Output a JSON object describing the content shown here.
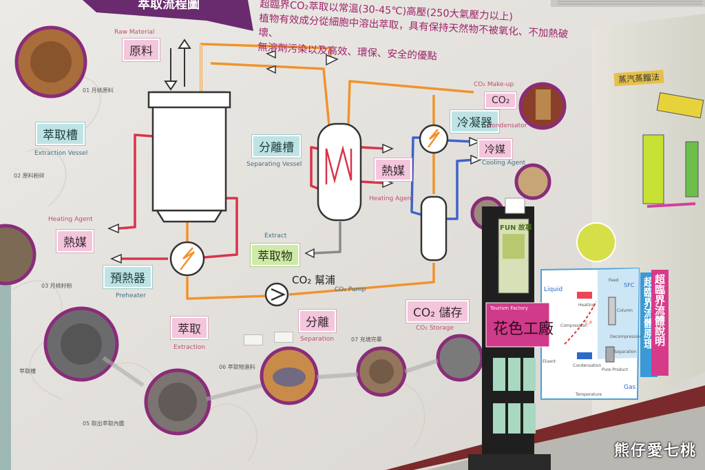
{
  "header": {
    "title_fragment": "萃取流程圖",
    "headline_lines": [
      "超臨界CO₂萃取以常溫(30-45℃)高壓(250大氣壓力以上)",
      "植物有效成分從細胞中溶出萃取，具有保持天然物不被氧化、不加熱破壞、",
      "無溶劑污染以及高效、環保、安全的優點"
    ]
  },
  "process_labels": {
    "raw_material": {
      "zh": "原料",
      "en": "Raw Material"
    },
    "extraction_vessel": {
      "zh": "萃取槽",
      "en": "Extraction Vessel"
    },
    "heating_agent_left": {
      "zh": "熱媒",
      "en": "Heating Agent"
    },
    "preheater": {
      "zh": "預熱器",
      "en": "Preheater"
    },
    "separating_vessel": {
      "zh": "分離槽",
      "en": "Separating Vessel"
    },
    "heating_agent_mid": {
      "zh": "熱媒",
      "en": "Heating Agent"
    },
    "extract": {
      "zh": "萃取物",
      "en": "Extract"
    },
    "co2_pump": {
      "zh": "CO₂ 幫浦",
      "en": "CO₂ Pump"
    },
    "condenser": {
      "zh": "冷凝器",
      "en": "Condensator"
    },
    "co2_makeup": {
      "zh": "CO₂",
      "en": "CO₂ Make-up"
    },
    "cooling_agent": {
      "zh": "冷媒",
      "en": "Cooling Agent"
    },
    "co2_storage": {
      "zh": "CO₂ 儲存",
      "en": "CO₂ Storage"
    },
    "extraction_step": {
      "zh": "萃取",
      "en": "Extraction"
    },
    "separation_step": {
      "zh": "分離",
      "en": "Separation"
    }
  },
  "photo_captions": {
    "p01": "01 月桃原料",
    "p02": "02 原料粉碎",
    "p03": "03 月桃籽粉",
    "p04": "萃取槽",
    "p05": "05 取出萃取內膽",
    "p06": "06 萃取物進料",
    "p07": "07 充填完畢"
  },
  "right_panel": {
    "title": "蒸汽蒸餾法",
    "vertical_title_1": "超臨界流體原理",
    "vertical_title_2": "超臨界流體說明",
    "phase_diagram": {
      "liquid": "Liquid",
      "scf": "SFC",
      "gas": "Gas",
      "heating": "Heating",
      "compression": "Compression",
      "column": "Column",
      "decompression": "Decompression",
      "separation": "Separation",
      "condensation": "Condensation",
      "eluent": "Eluent",
      "pure_product": "Pure Product",
      "feed": "Feed",
      "temperature": "Temperature",
      "cp": "C.P."
    }
  },
  "kiosk": {
    "sign_text": "花色工廠",
    "sign_sub": "Tourism Factory",
    "screen_text": "FUN 故事"
  },
  "watermark": "熊仔愛七桃",
  "colors": {
    "pink_label": "#f3c6dc",
    "teal_label": "#bfe3e4",
    "green_label": "#cfe9a8",
    "orange_pipe": "#f0932c",
    "red_pipe": "#d8334a",
    "blue_pipe": "#3d63c9",
    "purple_banner": "#6a2a6e",
    "photo_ring": "#8a2c7a"
  }
}
